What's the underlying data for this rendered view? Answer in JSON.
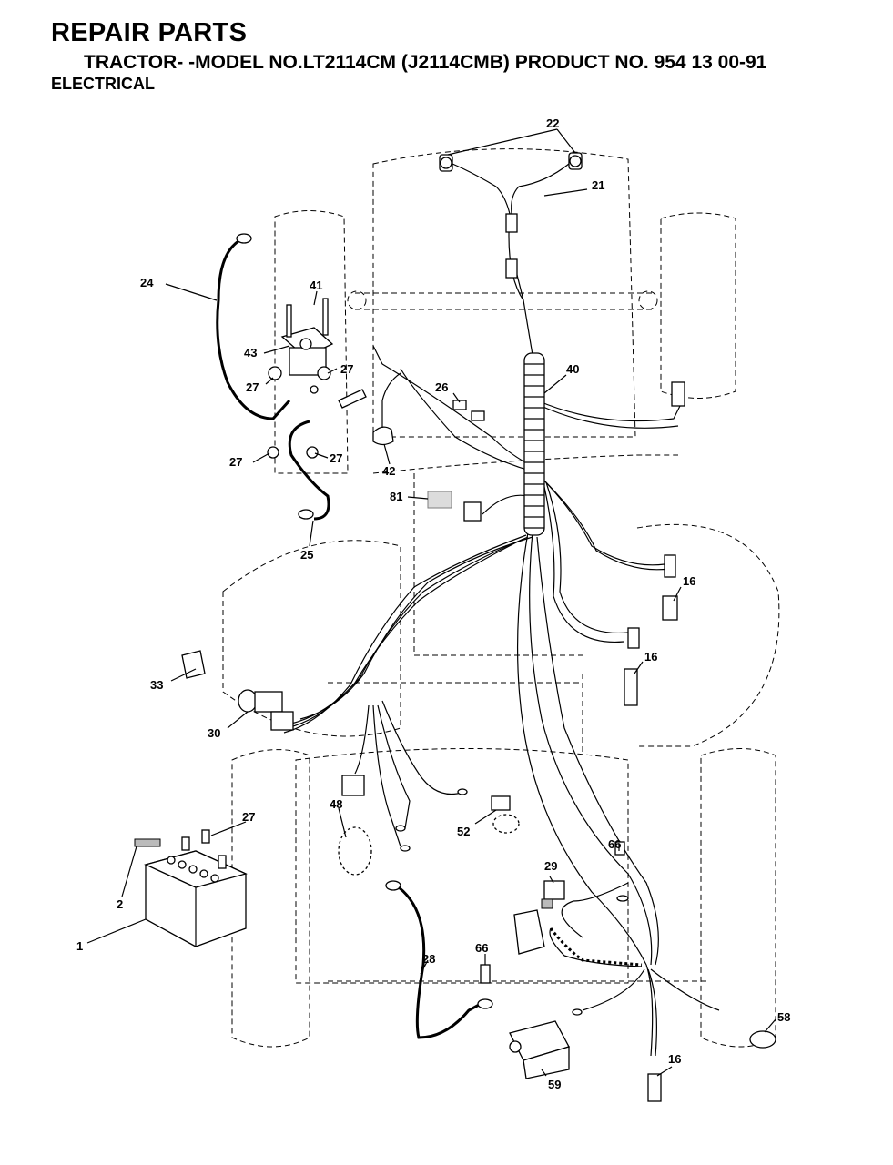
{
  "header": {
    "title": "REPAIR PARTS",
    "subtitle": "TRACTOR- -MODEL NO.LT2114CM (J2114CMB) PRODUCT NO. 954 13 00-91",
    "section": "ELECTRICAL"
  },
  "callouts": {
    "c1": "1",
    "c2": "2",
    "c16a": "16",
    "c16b": "16",
    "c16c": "16",
    "c21": "21",
    "c22": "22",
    "c24": "24",
    "c25": "25",
    "c26": "26",
    "c27a": "27",
    "c27b": "27",
    "c27c": "27",
    "c27d": "27",
    "c27e": "27",
    "c28": "28",
    "c29": "29",
    "c30": "30",
    "c33": "33",
    "c40": "40",
    "c41": "41",
    "c42": "42",
    "c43": "43",
    "c48": "48",
    "c52": "52",
    "c58": "58",
    "c59": "59",
    "c66a": "66",
    "c66b": "66",
    "c81": "81"
  }
}
